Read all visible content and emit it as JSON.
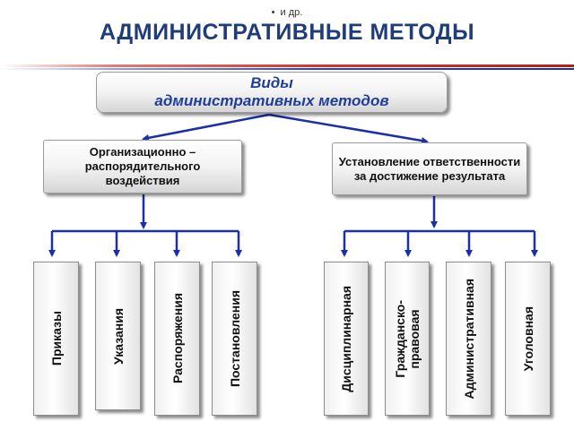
{
  "header": {
    "bullet": "•",
    "bullet_text": "и др.",
    "title": "АДМИНИСТРАТИВНЫЕ МЕТОДЫ"
  },
  "diagram": {
    "root": {
      "line1": "Виды",
      "line2": "административных методов"
    },
    "left_branch": {
      "label": "Организационно – распорядительного воздействия",
      "children": [
        "Приказы",
        "Указания",
        "Распоряжения",
        "Постановления"
      ]
    },
    "right_branch": {
      "label": "Установление ответственности за достижение результата",
      "children": [
        "Дисциплинарная",
        "Гражданско-\nправовая",
        "Административная",
        "Уголовная"
      ]
    }
  },
  "colors": {
    "title": "#1f3d78",
    "arrow": "#1a2fa8",
    "stripe_red": "#d9342b",
    "stripe_blue": "#2b4aa0"
  }
}
